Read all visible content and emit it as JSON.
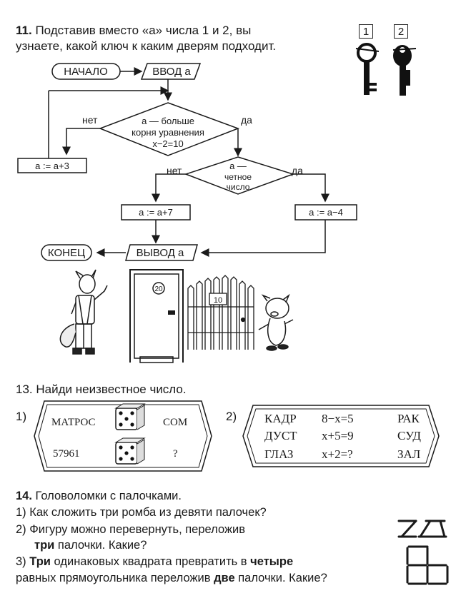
{
  "task11": {
    "number": "11.",
    "text_line1": "Подставив вместо «а» числа 1 и 2, вы",
    "text_line2": "узнаете, какой ключ к каким дверям подходит.",
    "keys": [
      "1",
      "2"
    ],
    "flow": {
      "start": "НАЧАЛО",
      "input": "ВВОД а",
      "cond1": [
        "а — больше",
        "корня уравнения",
        "x−2=10"
      ],
      "no": "нет",
      "yes": "да",
      "op_left": "a := a+3",
      "cond2": [
        "а —",
        "четное",
        "число"
      ],
      "op_mid": "a := a+7",
      "op_right": "a := a−4",
      "end": "КОНЕЦ",
      "output": "ВЫВОД а"
    },
    "door_number": "20",
    "gate_number": "10"
  },
  "task13": {
    "title": "13. Найди неизвестное число.",
    "p1_label": "1)",
    "p1": {
      "w1": "МАТРОС",
      "w2": "СОМ",
      "num": "57961",
      "q": "?"
    },
    "p2_label": "2)",
    "p2": {
      "rows": [
        [
          "КАДР",
          "8−x=5",
          "РАК"
        ],
        [
          "ДУСТ",
          "x+5=9",
          "СУД"
        ],
        [
          "ГЛАЗ",
          "x+2=?",
          "ЗАЛ"
        ]
      ]
    }
  },
  "task14": {
    "number": "14.",
    "title": "Головоломки с палочками.",
    "q1": "1) Как сложить три ромба из девяти палочек?",
    "q2a": "2) Фигуру можно перевернуть, переложив",
    "q2b_bold": "три",
    "q2b_rest": " палочки.  Какие?",
    "q3_pre": "3) ",
    "q3_b1": "Три",
    "q3_mid": " одинаковых квадрата превратить в ",
    "q3_b2": "четыре",
    "q4_pre": "равных прямоугольника переложив ",
    "q4_b": "две",
    "q4_post": " палочки.  Какие?"
  }
}
